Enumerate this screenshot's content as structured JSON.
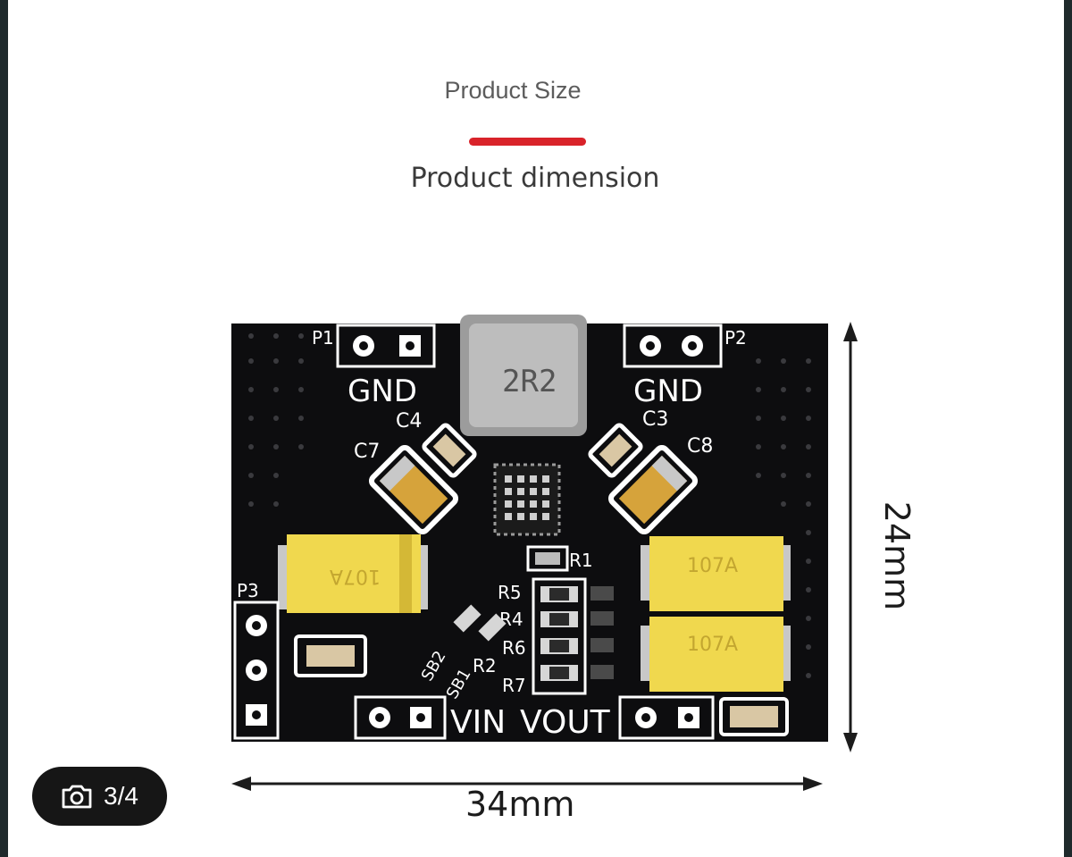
{
  "header": {
    "title": "Product Size",
    "subtitle": "Product dimension",
    "accent_color": "#d9232a"
  },
  "dimensions": {
    "width_label": "34mm",
    "height_label": "24mm"
  },
  "board": {
    "pcb_color": "#0d0d0f",
    "labels": {
      "p1": "P1",
      "p2": "P2",
      "p3": "P3",
      "gnd_left": "GND",
      "gnd_right": "GND",
      "inductor": "2R2",
      "c4": "C4",
      "c7": "C7",
      "c3": "C3",
      "c8": "C8",
      "r1": "R1",
      "r5": "R5",
      "r4": "R4",
      "r2": "R2",
      "r6": "R6",
      "r7": "R7",
      "sb1": "SB1",
      "sb2": "SB2",
      "vin": "VIN",
      "vout": "VOUT",
      "cap_mark_1": "107A",
      "cap_mark_2": "107A",
      "cap_mark_3": "107A"
    }
  },
  "gallery": {
    "icon": "camera-icon",
    "counter": "3/4"
  }
}
